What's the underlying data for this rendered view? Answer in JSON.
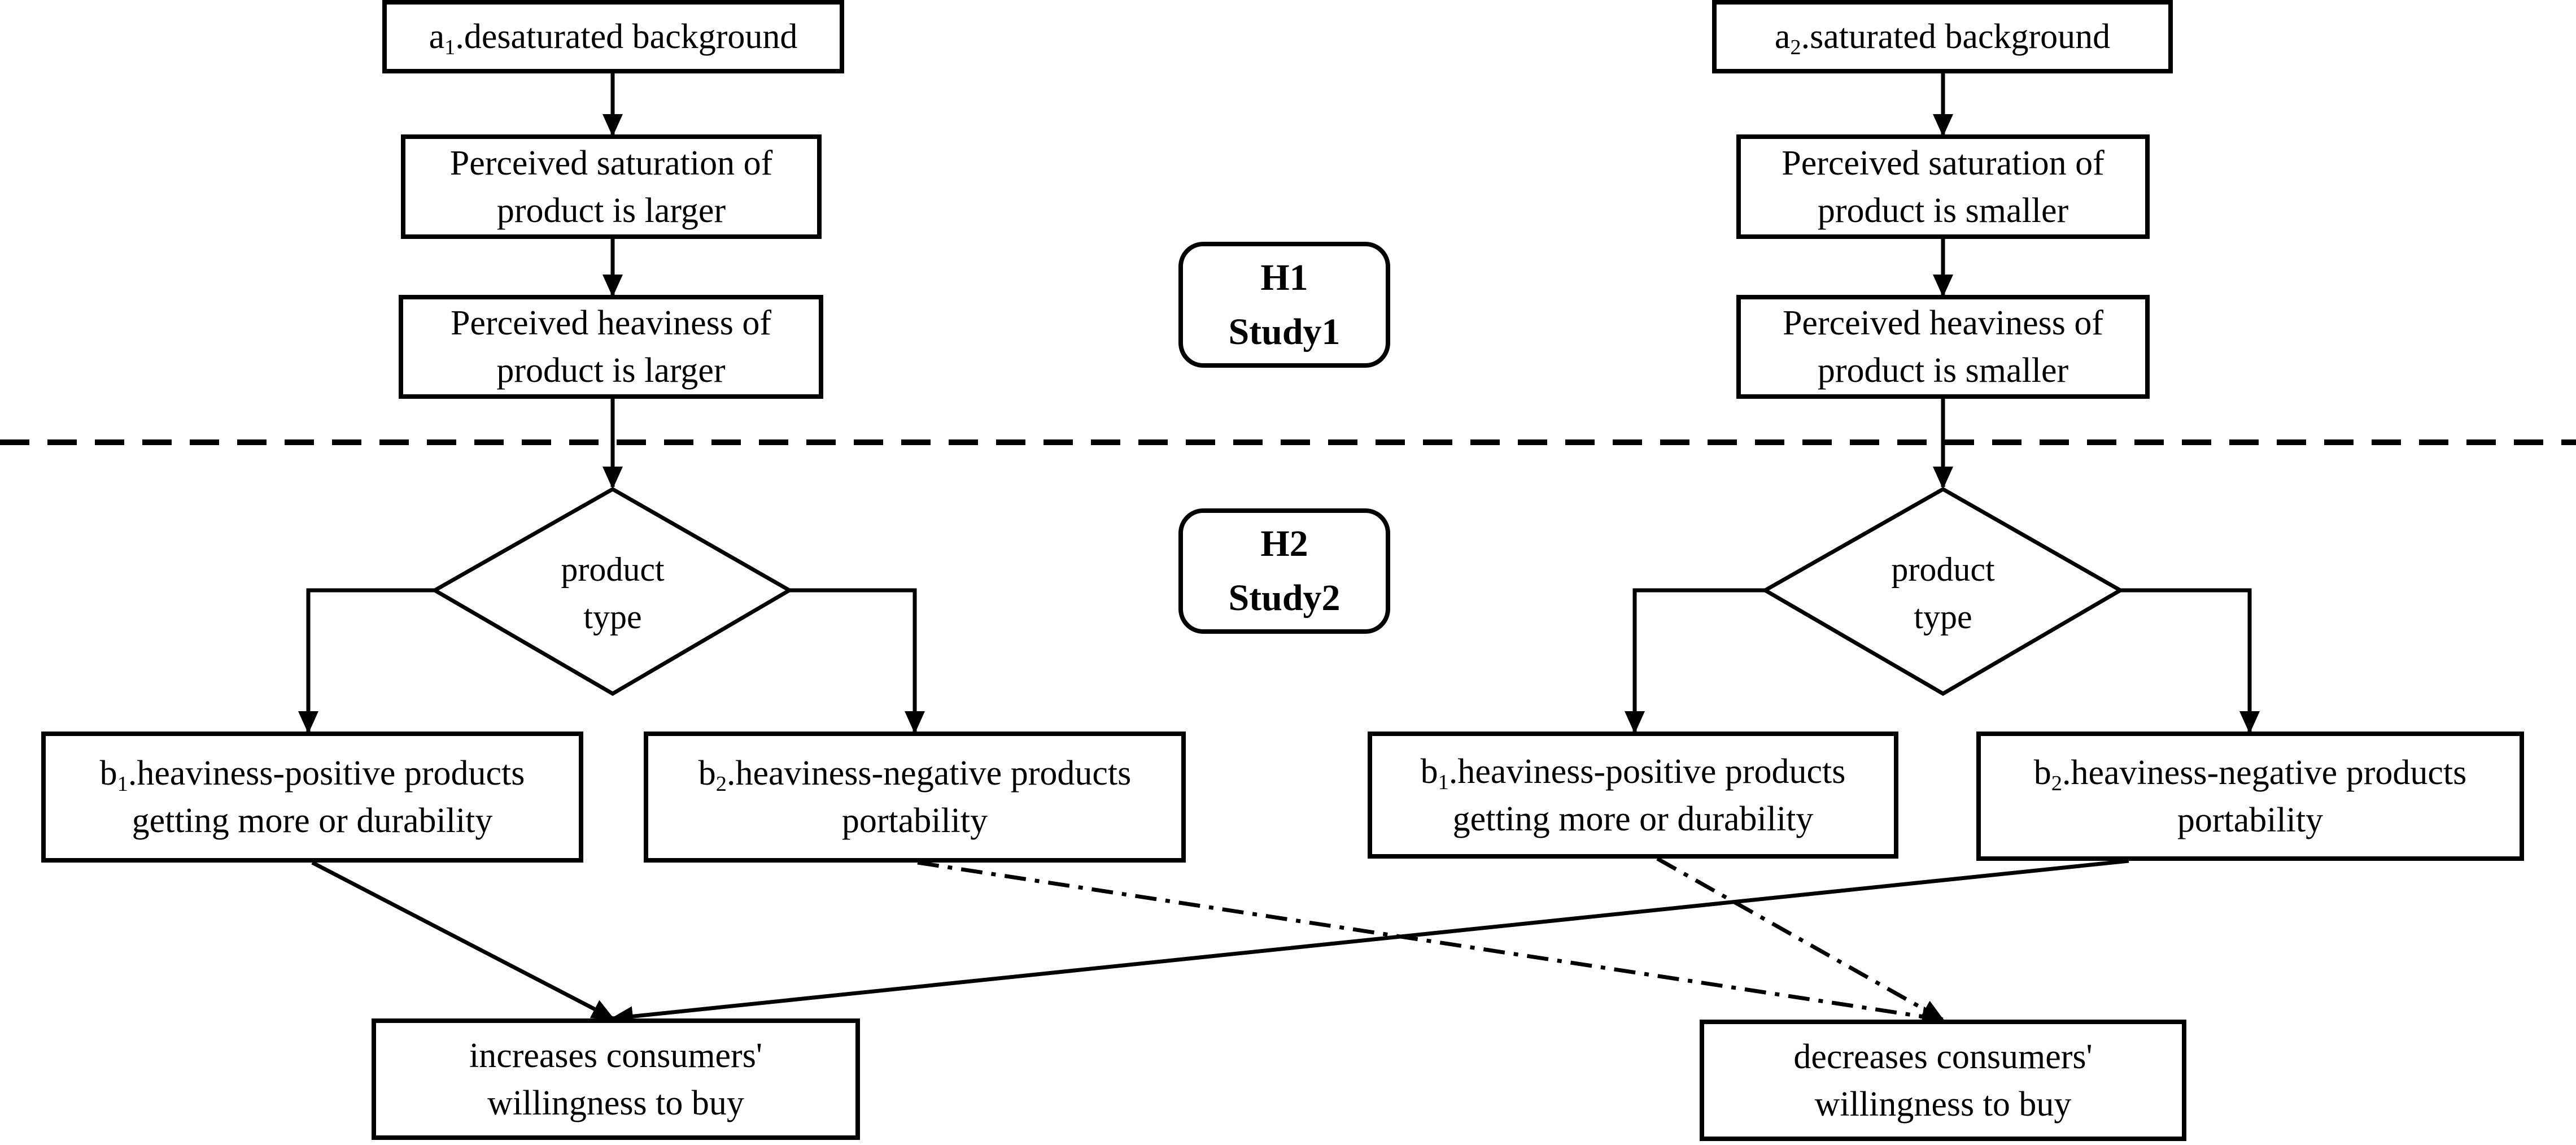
{
  "hypotheses": {
    "h1": {
      "label": "H1",
      "study": "Study1"
    },
    "h2": {
      "label": "H2",
      "study": "Study2"
    }
  },
  "left": {
    "background": {
      "prefix": "a",
      "sub": "1",
      "text": ".desaturated background"
    },
    "saturation": {
      "line1": "Perceived saturation of",
      "line2": "product is larger"
    },
    "heaviness": {
      "line1": "Perceived heaviness of",
      "line2": "product is larger"
    },
    "decision": {
      "line1": "product",
      "line2": "type"
    },
    "positive": {
      "prefix": "b",
      "sub": "1",
      "line1": ".heaviness-positive products",
      "line2": "getting more or durability"
    },
    "negative": {
      "prefix": "b",
      "sub": "2",
      "line1": ".heaviness-negative products",
      "line2": "portability"
    }
  },
  "right": {
    "background": {
      "prefix": "a",
      "sub": "2",
      "text": ".saturated background"
    },
    "saturation": {
      "line1": "Perceived saturation of",
      "line2": "product is smaller"
    },
    "heaviness": {
      "line1": "Perceived heaviness of",
      "line2": "product is smaller"
    },
    "decision": {
      "line1": "product",
      "line2": "type"
    },
    "positive": {
      "prefix": "b",
      "sub": "1",
      "line1": ".heaviness-positive products",
      "line2": "getting more or durability"
    },
    "negative": {
      "prefix": "b",
      "sub": "2",
      "line1": ".heaviness-negative products",
      "line2": "portability"
    }
  },
  "outcomes": {
    "increase": {
      "line1": "increases consumers'",
      "line2": "willingness to buy"
    },
    "decrease": {
      "line1": "decreases consumers'",
      "line2": "willingness to buy"
    }
  }
}
